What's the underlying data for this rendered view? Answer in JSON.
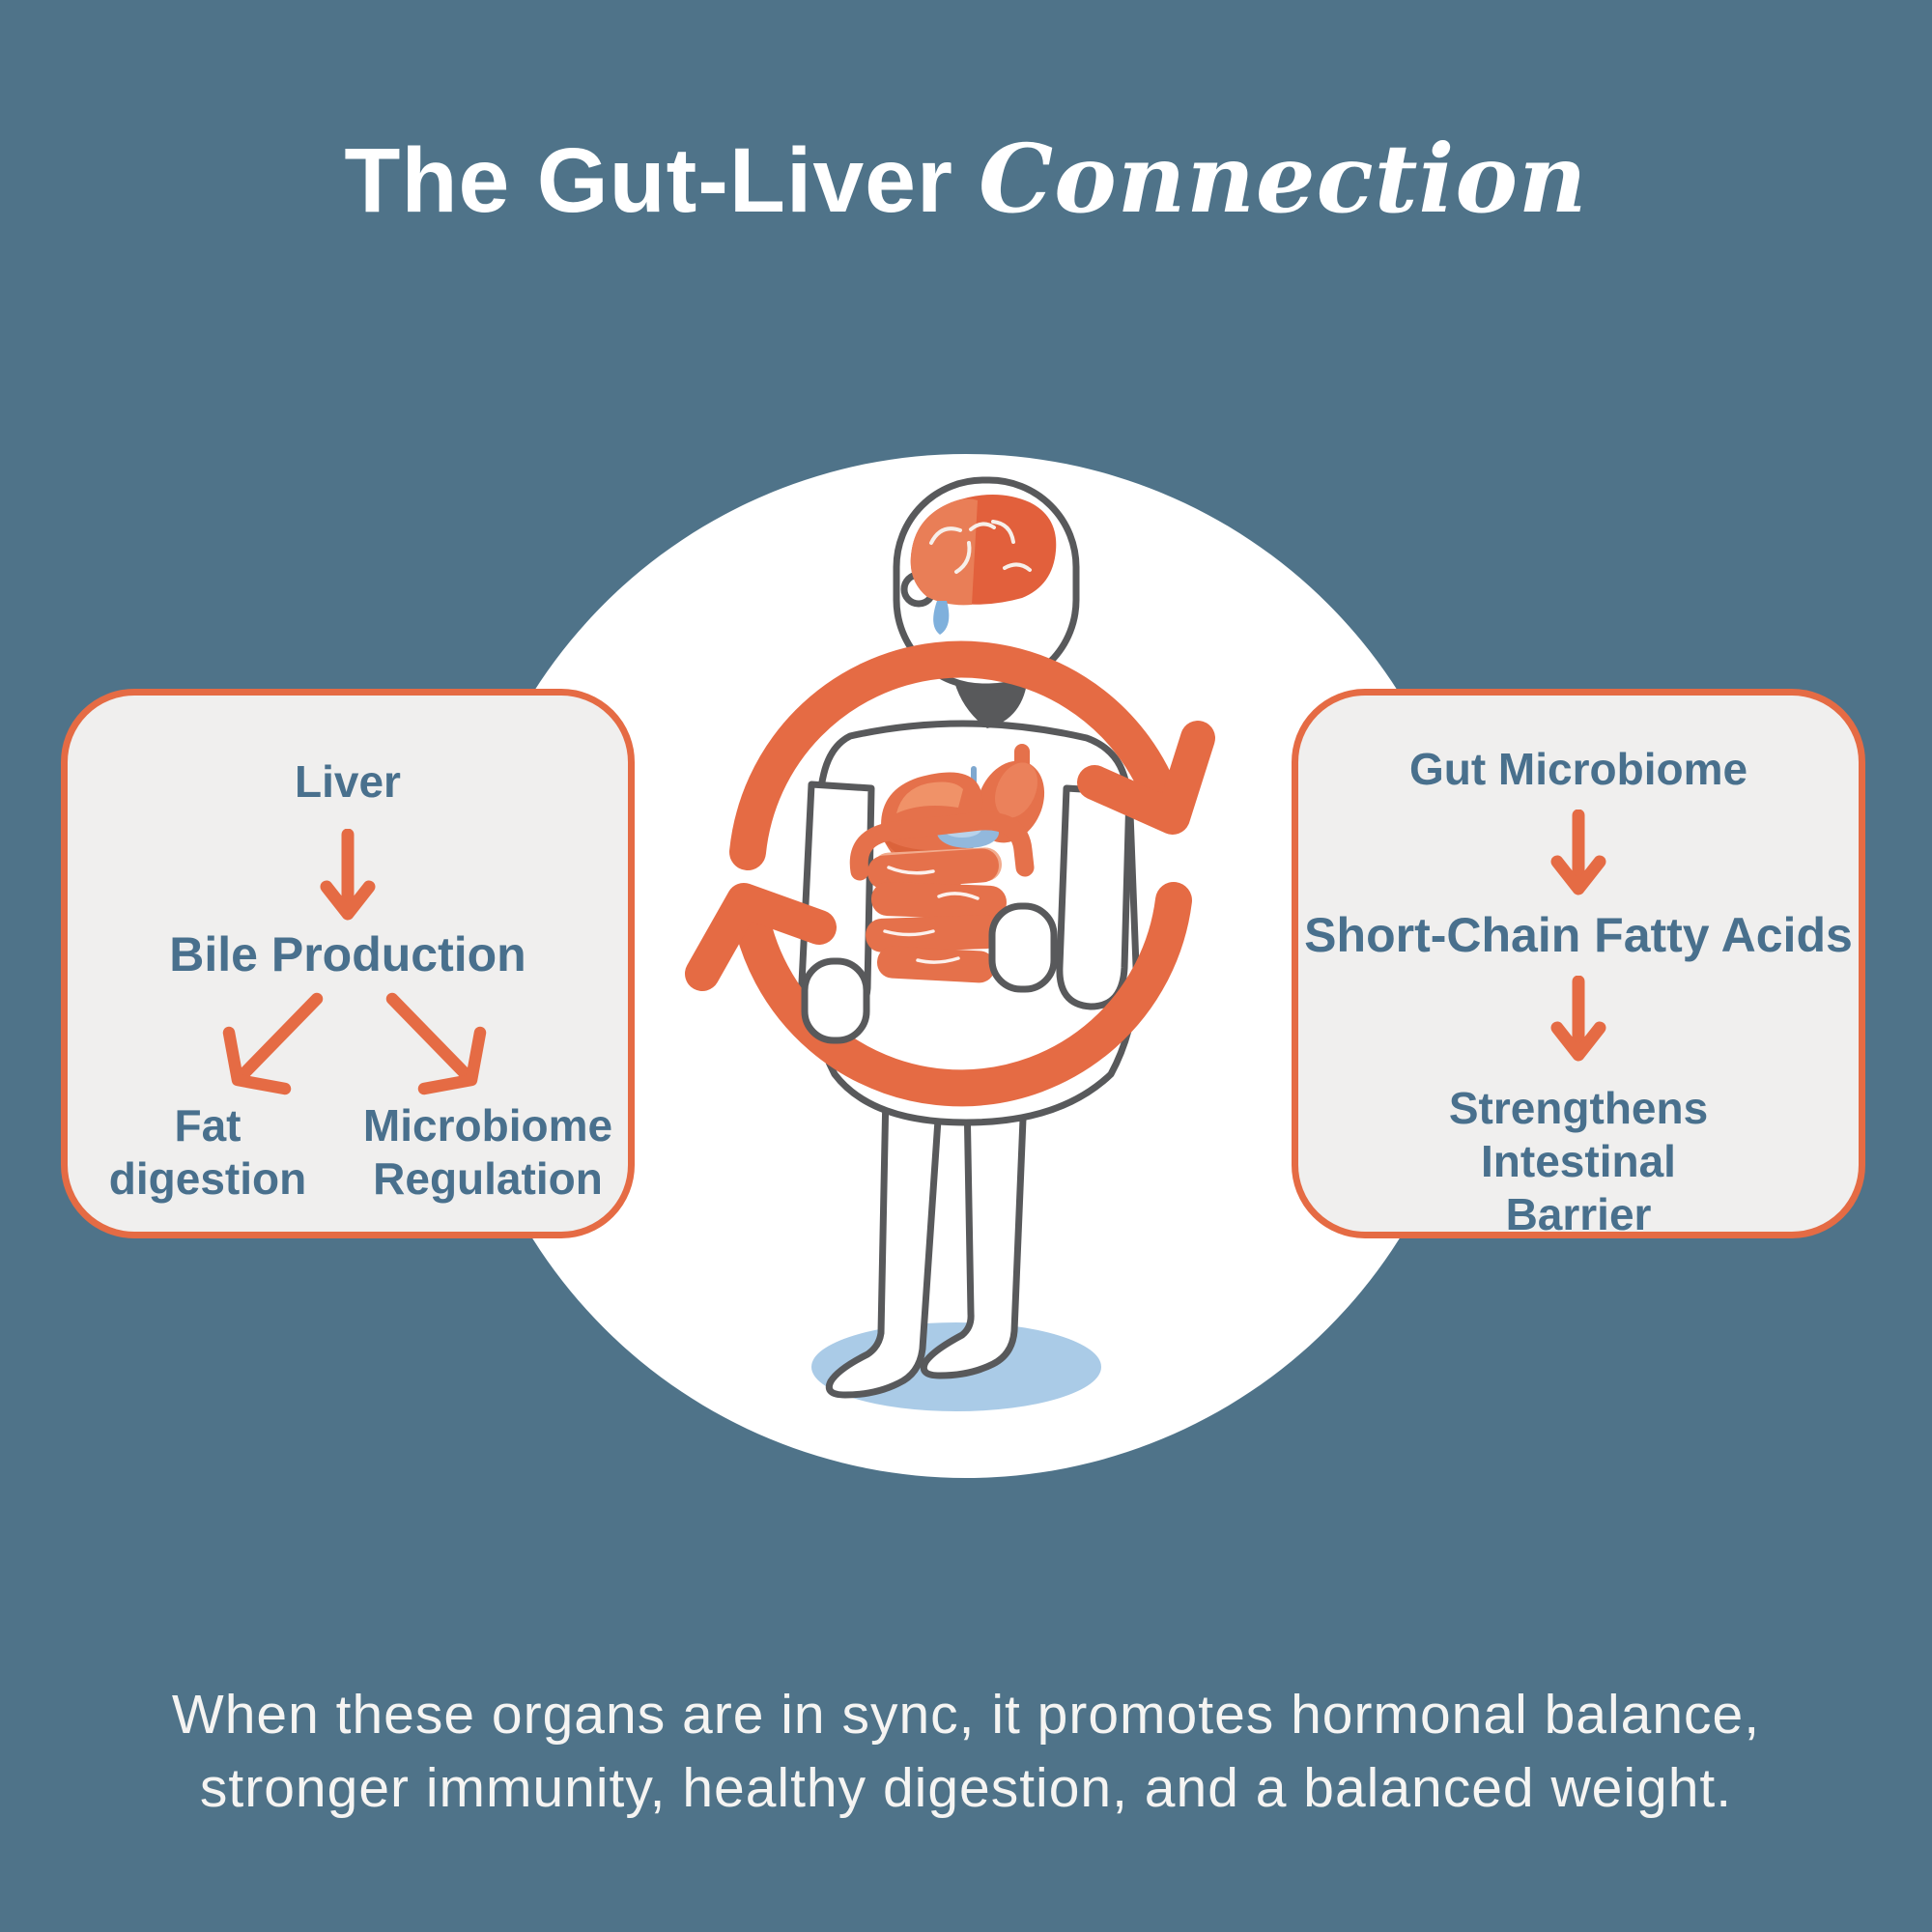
{
  "title": {
    "main": "The Gut-Liver",
    "accent": "Connection"
  },
  "left_panel": {
    "node_top": "Liver",
    "node_middle": "Bile Production",
    "node_bottom_left": "Fat\ndigestion",
    "node_bottom_right": "Microbiome\nRegulation"
  },
  "right_panel": {
    "node_top": "Gut Microbiome",
    "node_middle": "Short-Chain Fatty Acids",
    "node_bottom": "Strengthens\nIntestinal\nBarrier"
  },
  "footer": {
    "text": "When these organs are in sync, it promotes hormonal balance,\nstronger immunity, healthy digestion, and a balanced weight."
  },
  "colors": {
    "background": "#4f7389",
    "accent_orange": "#e56b44",
    "panel_fill": "#f0efee",
    "panel_text": "#49708d",
    "body_outline": "#58595b",
    "floor_shadow_blue": "#aacbe7",
    "gallbladder_blue": "#92b8dc",
    "white": "#ffffff"
  },
  "icons": [
    "down-arrow-icon",
    "diagonal-arrow-icon",
    "cycle-arrows-icon",
    "human-figure",
    "brain-icon",
    "liver-icon",
    "stomach-icon",
    "gallbladder-icon",
    "intestines-icon"
  ]
}
